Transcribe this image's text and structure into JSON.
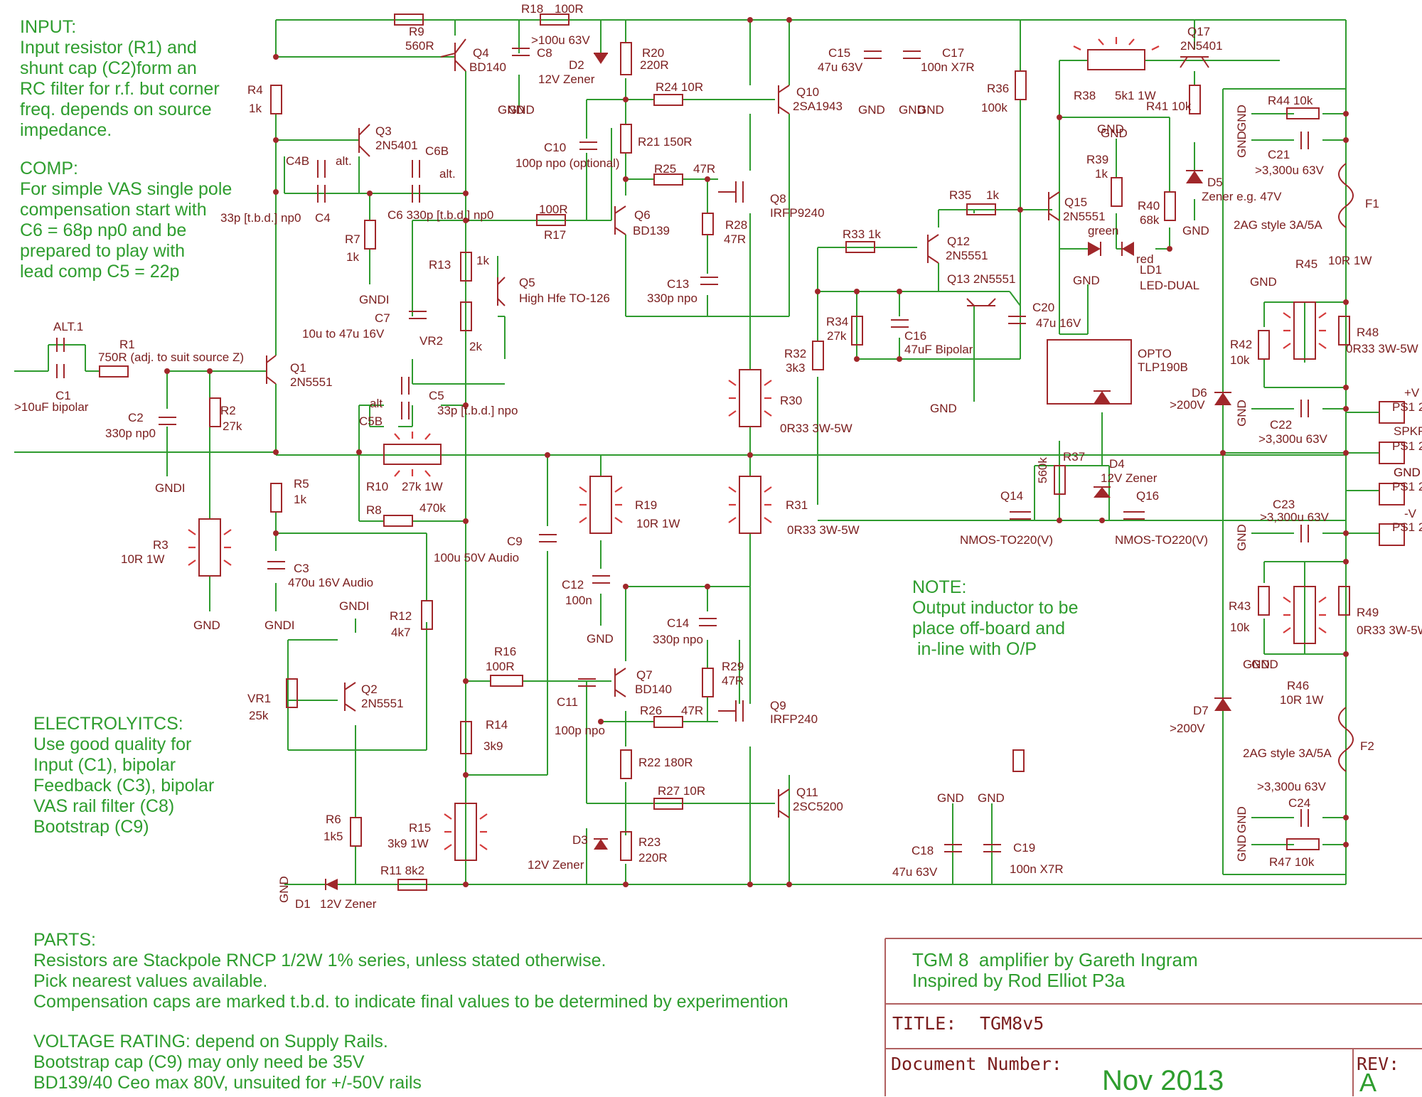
{
  "notes": {
    "input": "INPUT:\nInput resistor (R1) and\nshunt cap (C2)form an\nRC filter for r.f. but corner\nfreq. depends on source\nimpedance.",
    "comp": "COMP:\nFor simple VAS single pole\ncompensation start with\nC6 = 68p np0 and be\nprepared to play with\nlead comp C5 = 22p",
    "electrolytics": "ELECTROLYITCS:\nUse good quality for\nInput (C1), bipolar\nFeedback (C3), bipolar\nVAS rail filter (C8)\nBootstrap (C9)",
    "parts": "PARTS:\nResistors are Stackpole RNCP 1/2W 1% series, unless stated otherwise.\nPick nearest values available.\nCompensation caps are marked t.b.d. to indicate final values to be determined by experimention",
    "voltage": "VOLTAGE RATING: depend on Supply Rails.\nBootstrap cap (C9) may only need be 35V\nBD139/40 Ceo max 80V, unsuited for +/-50V rails",
    "output": "NOTE:\nOutput inductor to be\nplace off-board and\n in-line with O/P"
  },
  "title_block": {
    "line1": "TGM 8  amplifier by Gareth Ingram",
    "line2": "Inspired by Rod Elliot P3a",
    "title_label": "TITLE:",
    "title_value": "TGM8v5",
    "docnum_label": "Document Number:",
    "date": "Nov 2013",
    "rev_label": "REV:",
    "rev_value": "A"
  },
  "labels": [
    {
      "id": "r18",
      "t": "R18"
    },
    {
      "id": "r18v",
      "t": "100R"
    },
    {
      "id": "r9",
      "t": "R9"
    },
    {
      "id": "r9v",
      "t": "560R"
    },
    {
      "id": "q4",
      "t": "Q4"
    },
    {
      "id": "q4v",
      "t": "BD140"
    },
    {
      "id": "c8v",
      "t": ">100u 63V"
    },
    {
      "id": "c8",
      "t": "C8"
    },
    {
      "id": "d2",
      "t": "D2"
    },
    {
      "id": "d2v",
      "t": "12V Zener"
    },
    {
      "id": "r20",
      "t": "R20"
    },
    {
      "id": "r20v",
      "t": "220R"
    },
    {
      "id": "r24",
      "t": "R24  10R"
    },
    {
      "id": "q10",
      "t": "Q10"
    },
    {
      "id": "q10v",
      "t": "2SA1943"
    },
    {
      "id": "c15",
      "t": "C15"
    },
    {
      "id": "c15v",
      "t": "47u 63V"
    },
    {
      "id": "c17",
      "t": "C17"
    },
    {
      "id": "c17v",
      "t": "100n X7R"
    },
    {
      "id": "r36",
      "t": "R36"
    },
    {
      "id": "r36v",
      "t": "100k"
    },
    {
      "id": "r38",
      "t": "R38"
    },
    {
      "id": "r38v",
      "t": "5k1 1W"
    },
    {
      "id": "q17",
      "t": "Q17"
    },
    {
      "id": "q17v",
      "t": "2N5401"
    },
    {
      "id": "r41",
      "t": "R41 10k"
    },
    {
      "id": "r44",
      "t": "R44  10k"
    },
    {
      "id": "c21",
      "t": "C21"
    },
    {
      "id": "c21v",
      "t": ">3,300u 63V"
    },
    {
      "id": "d5",
      "t": "D5"
    },
    {
      "id": "d5v",
      "t": "Zener e.g. 47V"
    },
    {
      "id": "f1",
      "t": "F1"
    },
    {
      "id": "f1v",
      "t": "2AG style 3A/5A"
    },
    {
      "id": "r4",
      "t": "R4"
    },
    {
      "id": "r4v",
      "t": "1k"
    },
    {
      "id": "q3",
      "t": "Q3"
    },
    {
      "id": "q3v",
      "t": "2N5401"
    },
    {
      "id": "c4b",
      "t": "C4B"
    },
    {
      "id": "alt1",
      "t": "alt."
    },
    {
      "id": "c6b",
      "t": "C6B"
    },
    {
      "id": "alt2",
      "t": "alt."
    },
    {
      "id": "c4v",
      "t": "33p [t.b.d.] np0"
    },
    {
      "id": "c4",
      "t": "C4"
    },
    {
      "id": "c6",
      "t": "C6  330p [t.b.d.] np0"
    },
    {
      "id": "c10",
      "t": "C10"
    },
    {
      "id": "c10v",
      "t": "100p npo (optional)"
    },
    {
      "id": "r21",
      "t": "R21   150R"
    },
    {
      "id": "r25",
      "t": "R25"
    },
    {
      "id": "r25v",
      "t": "47R"
    },
    {
      "id": "q8",
      "t": "Q8"
    },
    {
      "id": "q8v",
      "t": "IRFP9240"
    },
    {
      "id": "r35",
      "t": "R35"
    },
    {
      "id": "r35v",
      "t": "1k"
    },
    {
      "id": "q15",
      "t": "Q15"
    },
    {
      "id": "q15v",
      "t": "2N5551"
    },
    {
      "id": "r39",
      "t": "R39"
    },
    {
      "id": "r39v",
      "t": "1k"
    },
    {
      "id": "r40",
      "t": "R40"
    },
    {
      "id": "r40v",
      "t": "68k"
    },
    {
      "id": "green",
      "t": "green"
    },
    {
      "id": "red",
      "t": "red"
    },
    {
      "id": "ld1",
      "t": "LD1"
    },
    {
      "id": "ld1v",
      "t": "LED-DUAL"
    },
    {
      "id": "r7",
      "t": "R7"
    },
    {
      "id": "r7v",
      "t": "1k"
    },
    {
      "id": "r17v",
      "t": "100R"
    },
    {
      "id": "r17",
      "t": "R17"
    },
    {
      "id": "q6",
      "t": "Q6"
    },
    {
      "id": "q6v",
      "t": "BD139"
    },
    {
      "id": "r28",
      "t": "R28"
    },
    {
      "id": "r28v",
      "t": "47R"
    },
    {
      "id": "r33",
      "t": "R33   1k"
    },
    {
      "id": "q12",
      "t": "Q12"
    },
    {
      "id": "q12v",
      "t": "2N5551"
    },
    {
      "id": "r13",
      "t": "R13"
    },
    {
      "id": "r13v",
      "t": "1k"
    },
    {
      "id": "q5",
      "t": "Q5"
    },
    {
      "id": "q5v",
      "t": "High Hfe TO-126"
    },
    {
      "id": "c13",
      "t": "C13"
    },
    {
      "id": "c13v",
      "t": "330p npo"
    },
    {
      "id": "q13",
      "t": "Q13   2N5551"
    },
    {
      "id": "c20",
      "t": "C20"
    },
    {
      "id": "c20v",
      "t": "47u 16V"
    },
    {
      "id": "r45",
      "t": "R45"
    },
    {
      "id": "r45v",
      "t": "10R 1W"
    },
    {
      "id": "c7",
      "t": "C7"
    },
    {
      "id": "c7v",
      "t": "10u to 47u 16V"
    },
    {
      "id": "vr2",
      "t": "VR2"
    },
    {
      "id": "vr2v",
      "t": "2k"
    },
    {
      "id": "r34",
      "t": "R34"
    },
    {
      "id": "r34v",
      "t": "27k"
    },
    {
      "id": "c16",
      "t": "C16"
    },
    {
      "id": "c16v",
      "t": "47uF Bipolar"
    },
    {
      "id": "opto",
      "t": "OPTO"
    },
    {
      "id": "optov",
      "t": "TLP190B"
    },
    {
      "id": "r42",
      "t": "R42"
    },
    {
      "id": "r42v",
      "t": "10k"
    },
    {
      "id": "r48",
      "t": "R48"
    },
    {
      "id": "r48v",
      "t": "0R33 3W-5W"
    },
    {
      "id": "alt_1",
      "t": "ALT.1"
    },
    {
      "id": "r1",
      "t": "R1"
    },
    {
      "id": "r1v",
      "t": "750R (adj. to suit source Z)"
    },
    {
      "id": "q1",
      "t": "Q1"
    },
    {
      "id": "q1v",
      "t": "2N5551"
    },
    {
      "id": "c1",
      "t": "C1"
    },
    {
      "id": "c1v",
      "t": ">10uF bipolar"
    },
    {
      "id": "r32",
      "t": "R32"
    },
    {
      "id": "r32v",
      "t": "3k3"
    },
    {
      "id": "r30",
      "t": "R30"
    },
    {
      "id": "r30v",
      "t": "0R33 3W-5W"
    },
    {
      "id": "c2",
      "t": "C2"
    },
    {
      "id": "c2v",
      "t": "330p np0"
    },
    {
      "id": "r2",
      "t": "R2"
    },
    {
      "id": "r2v",
      "t": "27k"
    },
    {
      "id": "alt3",
      "t": "alt"
    },
    {
      "id": "c5",
      "t": "C5"
    },
    {
      "id": "c5v",
      "t": "33p [t.b.d.]  npo"
    },
    {
      "id": "c5b",
      "t": "C5B"
    },
    {
      "id": "d6",
      "t": "D6"
    },
    {
      "id": "d6v",
      "t": ">200V"
    },
    {
      "id": "c22",
      "t": "C22"
    },
    {
      "id": "c22v",
      "t": ">3,300u 63V"
    },
    {
      "id": "vplus",
      "t": "+V"
    },
    {
      "id": "spkr",
      "t": "SPKR"
    },
    {
      "id": "gndr",
      "t": "GND"
    },
    {
      "id": "vminus",
      "t": "-V"
    },
    {
      "id": "r10",
      "t": "R10"
    },
    {
      "id": "r10v",
      "t": "27k 1W"
    },
    {
      "id": "r37",
      "t": "R37"
    },
    {
      "id": "r37v",
      "t": "560k"
    },
    {
      "id": "d4",
      "t": "D4"
    },
    {
      "id": "d4v",
      "t": "12V Zener"
    },
    {
      "id": "r5",
      "t": "R5"
    },
    {
      "id": "r5v",
      "t": "1k"
    },
    {
      "id": "r8",
      "t": "R8"
    },
    {
      "id": "r8v",
      "t": "470k"
    },
    {
      "id": "r19",
      "t": "R19"
    },
    {
      "id": "r19v",
      "t": "10R 1W"
    },
    {
      "id": "r31",
      "t": "R31"
    },
    {
      "id": "r31v",
      "t": "0R33 3W-5W"
    },
    {
      "id": "q14",
      "t": "Q14"
    },
    {
      "id": "q14v",
      "t": "NMOS-TO220(V)"
    },
    {
      "id": "q16",
      "t": "Q16"
    },
    {
      "id": "q16v",
      "t": "NMOS-TO220(V)"
    },
    {
      "id": "c23",
      "t": "C23"
    },
    {
      "id": "c23v",
      "t": ">3,300u 63V"
    },
    {
      "id": "r3",
      "t": "R3"
    },
    {
      "id": "r3v",
      "t": "10R 1W"
    },
    {
      "id": "c3",
      "t": "C3"
    },
    {
      "id": "c3v",
      "t": "470u 16V Audio"
    },
    {
      "id": "c9",
      "t": "C9"
    },
    {
      "id": "c9v",
      "t": "100u 50V Audio"
    },
    {
      "id": "c12",
      "t": "C12"
    },
    {
      "id": "c12v",
      "t": "100n"
    },
    {
      "id": "r43",
      "t": "R43"
    },
    {
      "id": "r43v",
      "t": "10k"
    },
    {
      "id": "r49",
      "t": "R49"
    },
    {
      "id": "r49v",
      "t": "0R33 3W-5W"
    },
    {
      "id": "r12",
      "t": "R12"
    },
    {
      "id": "r12v",
      "t": "4k7"
    },
    {
      "id": "c14",
      "t": "C14"
    },
    {
      "id": "c14v",
      "t": "330p npo"
    },
    {
      "id": "r16",
      "t": "R16"
    },
    {
      "id": "r16v",
      "t": "100R"
    },
    {
      "id": "q7",
      "t": "Q7"
    },
    {
      "id": "q7v",
      "t": "BD140"
    },
    {
      "id": "r29",
      "t": "R29"
    },
    {
      "id": "r29v",
      "t": "47R"
    },
    {
      "id": "vr1",
      "t": "VR1"
    },
    {
      "id": "vr1v",
      "t": "25k"
    },
    {
      "id": "q2",
      "t": "Q2"
    },
    {
      "id": "q2v",
      "t": "2N5551"
    },
    {
      "id": "c11",
      "t": "C11"
    },
    {
      "id": "c11v",
      "t": "100p npo"
    },
    {
      "id": "r26",
      "t": "R26"
    },
    {
      "id": "r26v",
      "t": "47R"
    },
    {
      "id": "q9",
      "t": "Q9"
    },
    {
      "id": "q9v",
      "t": "IRFP240"
    },
    {
      "id": "d7",
      "t": "D7"
    },
    {
      "id": "d7v",
      "t": ">200V"
    },
    {
      "id": "r46",
      "t": "R46"
    },
    {
      "id": "r46v",
      "t": "10R 1W"
    },
    {
      "id": "r14",
      "t": "R14"
    },
    {
      "id": "r14v",
      "t": "3k9"
    },
    {
      "id": "r22",
      "t": "R22  180R"
    },
    {
      "id": "f2",
      "t": "F2"
    },
    {
      "id": "f2v",
      "t": "2AG style 3A/5A"
    },
    {
      "id": "r6",
      "t": "R6"
    },
    {
      "id": "r6v",
      "t": "1k5"
    },
    {
      "id": "r15",
      "t": "R15"
    },
    {
      "id": "r15v",
      "t": "3k9 1W"
    },
    {
      "id": "r27",
      "t": "R27    10R"
    },
    {
      "id": "q11",
      "t": "Q11"
    },
    {
      "id": "q11v",
      "t": "2SC5200"
    },
    {
      "id": "c24v",
      "t": ">3,300u 63V"
    },
    {
      "id": "c24",
      "t": "C24"
    },
    {
      "id": "d3",
      "t": "D3"
    },
    {
      "id": "d3v",
      "t": "12V Zener"
    },
    {
      "id": "r23",
      "t": "R23"
    },
    {
      "id": "r23v",
      "t": "220R"
    },
    {
      "id": "c18",
      "t": "C18"
    },
    {
      "id": "c18v",
      "t": "47u 63V"
    },
    {
      "id": "c19",
      "t": "C19"
    },
    {
      "id": "c19v",
      "t": "100n X7R"
    },
    {
      "id": "r11",
      "t": "R11   8k2"
    },
    {
      "id": "d1",
      "t": "D1"
    },
    {
      "id": "d1v",
      "t": "12V Zener"
    },
    {
      "id": "r47",
      "t": "R47    10k"
    },
    {
      "id": "g1",
      "t": "GND"
    },
    {
      "id": "g2",
      "t": "GND"
    },
    {
      "id": "g3",
      "t": "GND"
    },
    {
      "id": "g4",
      "t": "GND"
    },
    {
      "id": "g5",
      "t": "GND"
    },
    {
      "id": "g6",
      "t": "GND"
    },
    {
      "id": "g7",
      "t": "GND"
    },
    {
      "id": "g8",
      "t": "GND"
    },
    {
      "id": "g9",
      "t": "GND"
    },
    {
      "id": "g10",
      "t": "GND"
    },
    {
      "id": "g11",
      "t": "GND"
    },
    {
      "id": "g12",
      "t": "GND"
    },
    {
      "id": "g13",
      "t": "GND"
    },
    {
      "id": "g14",
      "t": "GND"
    },
    {
      "id": "g15",
      "t": "GND"
    },
    {
      "id": "g16",
      "t": "GND"
    },
    {
      "id": "g17",
      "t": "GND"
    },
    {
      "id": "g18",
      "t": "GND"
    },
    {
      "id": "gi1",
      "t": "GNDI"
    },
    {
      "id": "gi2",
      "t": "GNDI"
    },
    {
      "id": "gi3",
      "t": "GNDI"
    },
    {
      "id": "gi4",
      "t": "GNDI"
    },
    {
      "id": "gv1",
      "t": "GND"
    },
    {
      "id": "gv2",
      "t": "GND"
    },
    {
      "id": "gv3",
      "t": "GND"
    },
    {
      "id": "gv4",
      "t": "GND"
    },
    {
      "id": "gv5",
      "t": "GND"
    },
    {
      "id": "gv6",
      "t": "GND"
    },
    {
      "id": "gv7",
      "t": "GND"
    },
    {
      "id": "ps1",
      "t": "PS1 2"
    },
    {
      "id": "ps2",
      "t": "PS1 2"
    },
    {
      "id": "ps3",
      "t": "PS1 2"
    },
    {
      "id": "ps4",
      "t": "PS1 2"
    }
  ]
}
